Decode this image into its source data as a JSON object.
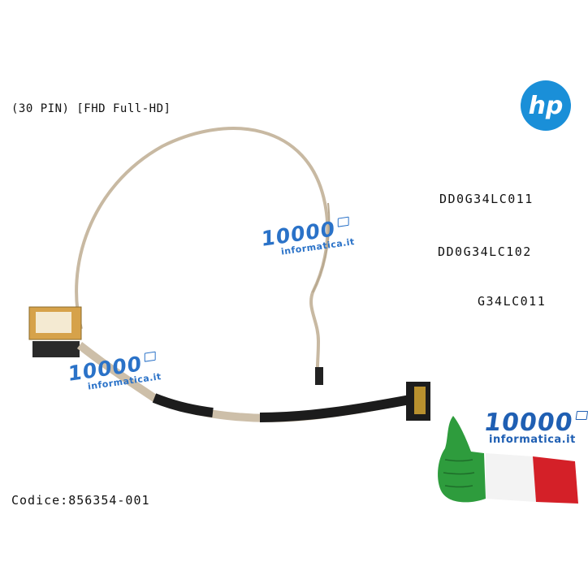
{
  "spec_text": "(30 PIN) [FHD Full-HD]",
  "part_codes": [
    "DD0G34LC011",
    "DD0G34LC102",
    "G34LC011"
  ],
  "codice_text": "Codice:856354-001",
  "logo": {
    "brand": "hp",
    "color": "#1a8fd8"
  },
  "watermark": {
    "number": "10000",
    "domain": "informatica.it",
    "color": "#2a72c8"
  },
  "flag_colors": {
    "green": "#2e9c3d",
    "white": "#ffffff",
    "red": "#d42028"
  }
}
